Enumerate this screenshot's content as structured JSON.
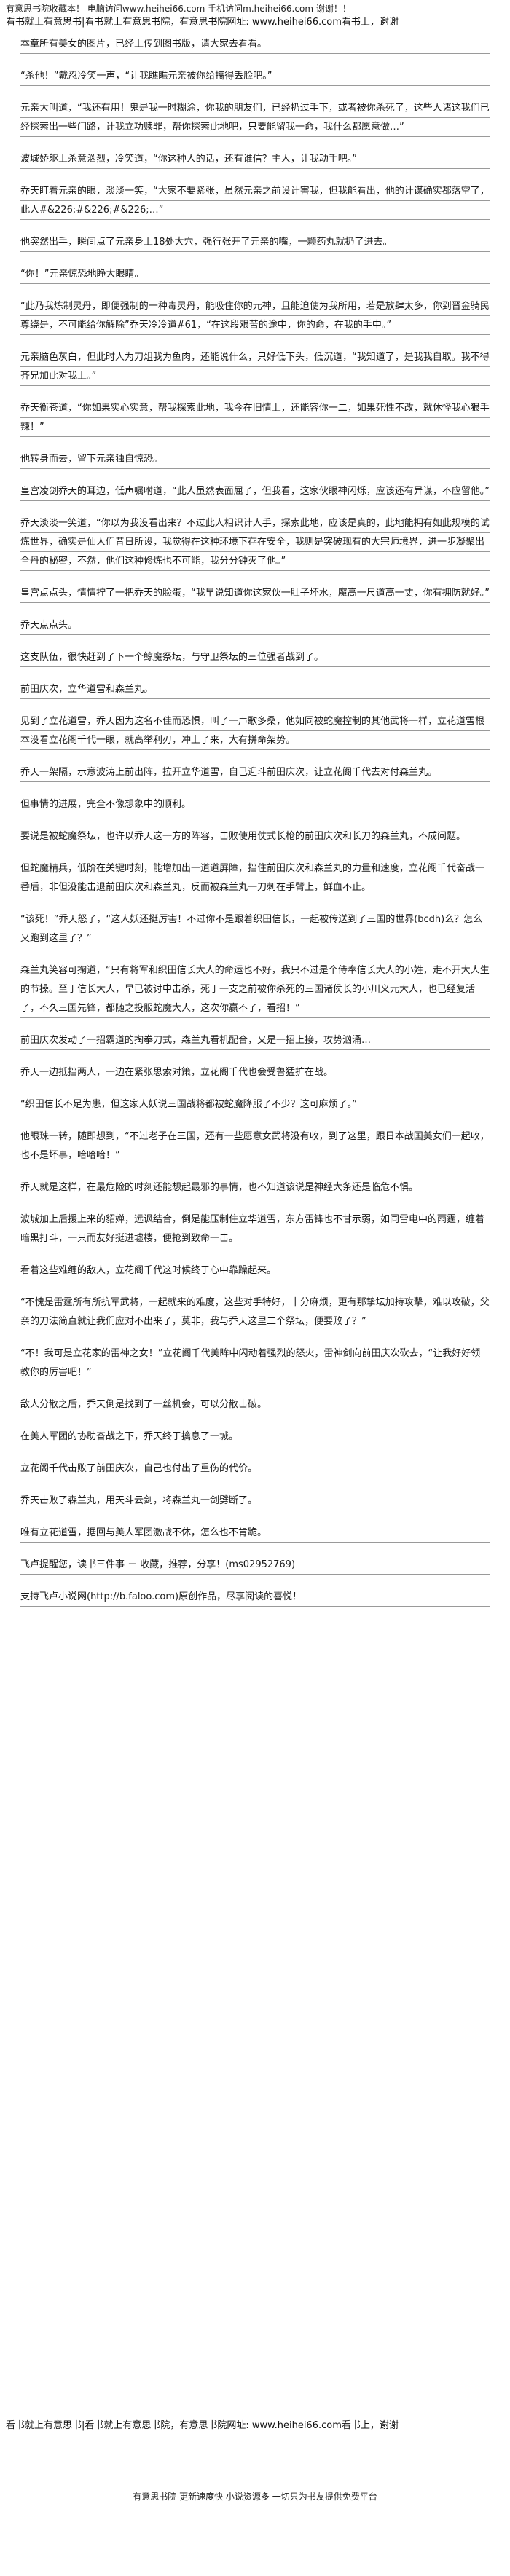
{
  "topbar": {
    "text": "有意思书院收藏本！ 电脑访问www.heihei66.com 手机访问m.heihei66.com 谢谢！！"
  },
  "header": {
    "text": "看书就上有意思书|看书就上有意思书院，有意思书院网址: www.heihei66.com看书上，谢谢"
  },
  "paragraphs": [
    "本章所有美女的图片，已经上传到图书版，请大家去看看。",
    "“杀他！”戴忍冷笑一声，“让我瞧瞧元亲被你给搞得丢脸吧。”",
    "元亲大叫道，“我还有用！鬼是我一时糊涂，你我的朋友们，已经扔过手下，或者被你杀死了，这些人诸这我们已经探索出一些门路，计我立功赎罪，帮你探索此地吧，只要能留我一命，我什么都愿意做…”",
    "波城娇躯上杀意汹烈，冷笑道，“你这种人的话，还有谁信？主人，让我动手吧。”",
    "乔天盯着元亲的眼，淡淡一笑，“大家不要紧张，虽然元亲之前设计害我，但我能看出，他的计谋确实都落空了，此人#&226;#&226;#&226;…”",
    "他突然出手，瞬间点了元亲身上18处大穴，强行张开了元亲的嘴，一颗药丸就扔了进去。",
    "“你！”元亲惊恐地睁大眼睛。",
    "“此乃我炼制灵丹，即便强制的一种毒灵丹，能吸住你的元神，且能迫使为我所用，若是放肆太多，你到晋金骑民尊绕是，不可能给你解除”乔天冷冷道#61，“在这段艰苦的途中，你的命，在我的手中。”",
    "元亲脑色灰白，但此时人为刀俎我为鱼肉，还能说什么，只好低下头，低沉道，“我知道了，是我我自取。我不得齐兄加此对我上。”",
    "乔天衡苍道，“你如果实心实意，帮我探索此地，我今在旧情上，还能容你一二，如果死性不改，就休怪我心狠手辣！”",
    "他转身而去，留下元亲独自惊恐。",
    "皇宫凌剑乔天的耳边，低声嘱咐道，“此人虽然表面屈了，但我看，这家伙眼神闪烁，应该还有异谋，不应留他。”",
    "乔天淡淡一笑道，“你以为我没看出来？不过此人相识计人手，探索此地，应该是真的，此地能拥有如此规模的试炼世界，确实是仙人们昔日所设，我觉得在这种环境下存在安全，我则是突破现有的大宗师境界，进一步凝聚出全丹的秘密，不然，他们这种修炼也不可能，我分分钟灭了他。”",
    "皇宫点点头，情情拧了一把乔天的脸蛋，“我早说知道你这家伙一肚子坏水，魔高一尺道高一丈，你有拥防就好。”",
    "乔天点点头。",
    "这支队伍，很快赶到了下一个鲸魔祭坛，与守卫祭坛的三位强者战到了。",
    "前田庆次，立华道雪和森兰丸。",
    "见到了立花道雪，乔天因为这名不佳而恐惧，叫了一声歌多桑，他如同被蛇魔控制的其他武将一样，立花道雪根本没看立花阁千代一眼，就高举利刃，冲上了来，大有拼命架势。",
    "乔天一架隔，示意波涛上前出阵，拉开立华道雪，自己迎斗前田庆次，让立花阁千代去对付森兰丸。",
    "但事情的进展，完全不像想象中的顺利。",
    "要说是被蛇魔祭坛，也许以乔天这一方的阵容，击败使用仗式长枪的前田庆次和长刀的森兰丸，不成问题。",
    "但蛇魔精兵，低阶在关键时刻，能增加出一道道屏障，挡住前田庆次和森兰丸的力量和速度，立花阁千代奋战一番后，非但没能击退前田庆次和森兰丸，反而被森兰丸一刀刺在手臂上，鲜血不止。",
    "“该死！”乔天怒了，“这人妖还挺厉害！不过你不是跟着织田信长，一起被传送到了三国的世界(bcdh)么？怎么又跑到这里了？”",
    "森兰丸笑容可掬道，“只有将军和织田信长大人的命运也不好，我只不过是个侍奉信长大人的小姓，走不开大人生的节操。至于信长大人，早已被讨中击杀，死于一支之前被你杀死的三国诸侯长的小川义元大人，也已经复活了，不久三国先锋，都随之投服蛇魔大人，这次你赢不了，看招！”",
    "前田庆次发动了一招霸道的掏拳刀式，森兰丸看机配合，又是一招上接，攻势汹涌…",
    "乔天一边抵挡两人，一边在紧张思索对策，立花阁千代也会受鲁猛扩在战。",
    "“织田信长不足为患，但这家人妖说三国战将都被蛇魔降服了不少？这可麻烦了。”",
    "他眼珠一转，随即想到，“不过老子在三国，还有一些愿意女武将没有收，到了这里，跟日本战国美女们一起收，也不是坏事，哈哈哈！”",
    "乔天就是这样，在最危险的时刻还能想起最邪的事情，也不知道该说是神经大条还是临危不惧。",
    "波城加上后援上来的貂婵，远讽结合，倒是能压制住立华道雪，东方雷锋也不甘示弱，如同雷电中的雨霆，缠着暗黑打斗，一只而友好挺进墟楼，便抢到致命一击。",
    "看着这些难缠的敌人，立花阁千代这时候终于心中靠躁起来。",
    "“不愧是雷霆所有所抗军武将，一起就来的难度，这些对手特好，十分麻烦，更有那挚坛加持攻擊，难以攻破，父亲的刀法简直就让我们应对不出来了，莫非，我与乔天这里二个祭坛，便要败了？”",
    "“不！我可是立花家的雷神之女！”立花阁千代美眸中闪动着强烈的怒火，雷神剑向前田庆次砍去，“让我好好领教你的厉害吧！”",
    "敌人分散之后，乔天倒是找到了一丝机会，可以分散击破。",
    "在美人军团的协助奋战之下，乔天终于擒息了一城。",
    "立花阁千代击败了前田庆次，自己也付出了重伤的代价。",
    "乔天击败了森兰丸，用天斗云剑，将森兰丸一剑劈断了。",
    "唯有立花道雪，据回与美人军团激战不休，怎么也不肯跪。",
    "飞卢提醒您，读书三件事 － 收藏，推荐，分享！(ms02952769)",
    "支持飞卢小说网(http://b.faloo.com)原创作品，尽享阅读的喜悦！"
  ],
  "footer": {
    "text": "看书就上有意思书|看书就上有意思书院，有意思书院网址: www.heihei66.com看书上，谢谢",
    "ad": "有意思书院 更新速度快 小说资源多 一切只为书友提供免费平台"
  }
}
